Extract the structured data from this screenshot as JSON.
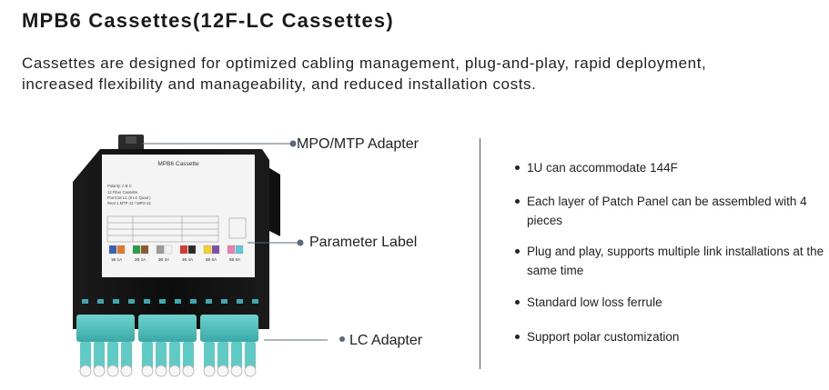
{
  "header": {
    "title": "MPB6 Cassettes(12F-LC Cassettes)",
    "description_line1": "Cassettes are designed for optimized cabling management, plug-and-play, rapid deployment,",
    "description_line2": "increased flexibility and manageability, and reduced installation costs."
  },
  "callouts": {
    "mpo": "MPO/MTP Adapter",
    "label": "Parameter Label",
    "lc": "LC Adapter"
  },
  "cassette_label": {
    "title": "MPB6 Cassette",
    "polarity": "Polarity: A B C",
    "fiber": "12 Fiber Cassette",
    "front": "Front:18 LC (6 LC Quad )",
    "rear": "Rear:1 MTP-12 / MPO-12",
    "ports": [
      "1B 1A",
      "2B 2A",
      "3B 3A",
      "4B 4A",
      "5B 5A",
      "6B 6A"
    ],
    "port_colors": [
      "#3a5fb8",
      "#e07a2a",
      "#2e9a47",
      "#8b5a2b",
      "#9a9a9a",
      "#f2f2f2",
      "#d43a2f",
      "#2a2a2a",
      "#f2d027",
      "#7d4fa8",
      "#e87fb0",
      "#5cc7d8"
    ]
  },
  "features": [
    "1U can accommodate 144F",
    "Each layer of Patch Panel can be assembled with 4 pieces",
    "Plug and play, supports multiple link installations at the same time",
    "Standard low loss ferrule",
    "Support polar customization"
  ],
  "colors": {
    "aqua": "#4fc3c0",
    "body": "#141414",
    "leader": "#5a6a7a"
  }
}
